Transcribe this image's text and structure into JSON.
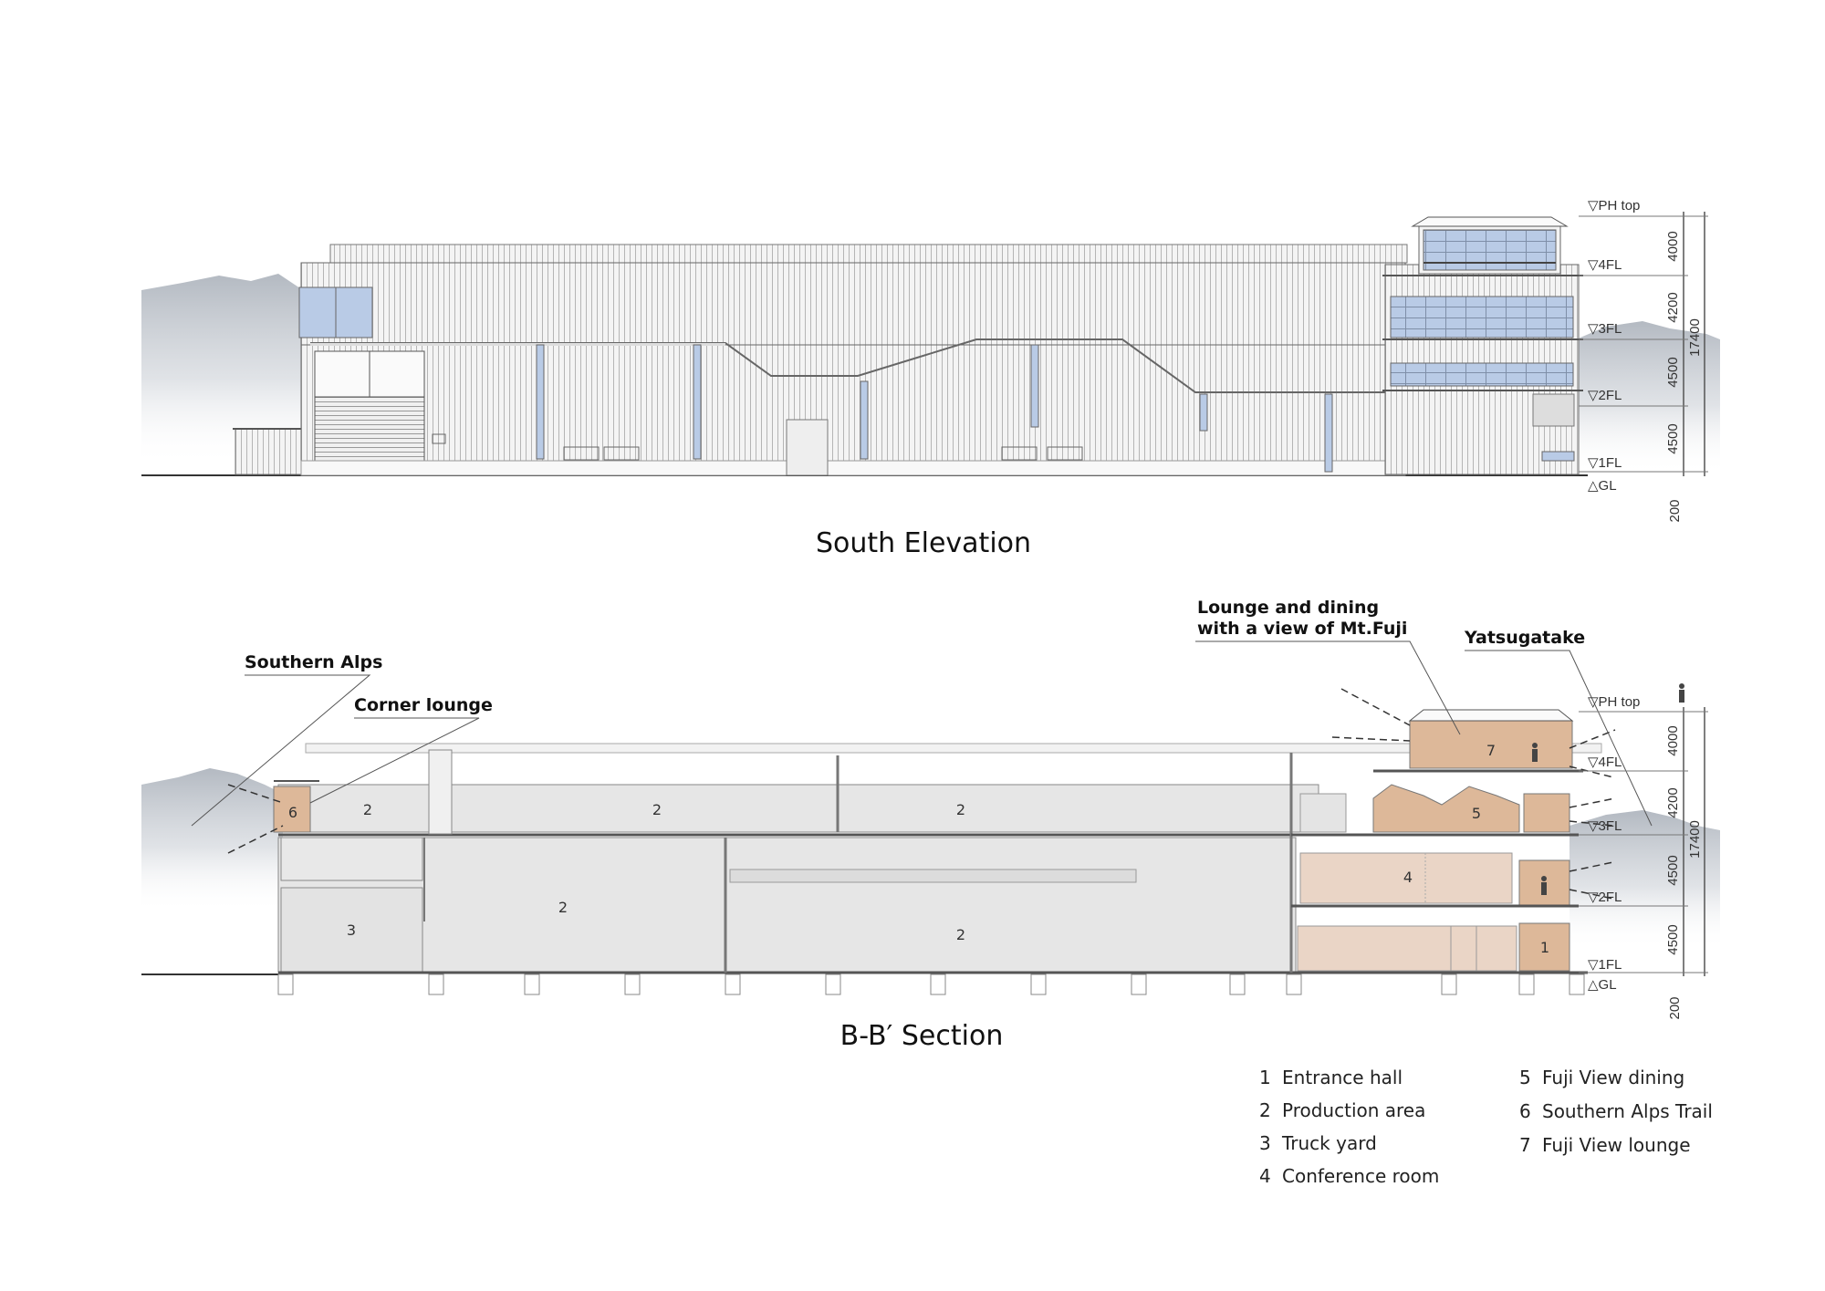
{
  "titles": {
    "elevation": "South Elevation",
    "section": "B-B′ Section"
  },
  "levels": [
    "▽PH top",
    "▽4FL",
    "▽3FL",
    "▽2FL",
    "▽1FL",
    "△GL"
  ],
  "dimensions": {
    "floor_heights": [
      "4000",
      "4200",
      "4500",
      "4500"
    ],
    "total": "17400",
    "gl_offset": "200"
  },
  "callouts": {
    "southern_alps": "Southern Alps",
    "corner_lounge": "Corner lounge",
    "lounge_dining_line1": "Lounge and dining",
    "lounge_dining_line2": "with a view of Mt.Fuji",
    "yatsugatake": "Yatsugatake"
  },
  "room_numbers": [
    "1",
    "2",
    "3",
    "4",
    "5",
    "6",
    "7"
  ],
  "legend": [
    {
      "num": "1",
      "label": "Entrance hall"
    },
    {
      "num": "2",
      "label": "Production area"
    },
    {
      "num": "3",
      "label": "Truck yard"
    },
    {
      "num": "4",
      "label": "Conference room"
    },
    {
      "num": "5",
      "label": "Fuji View dining"
    },
    {
      "num": "6",
      "label": "Southern Alps Trail"
    },
    {
      "num": "7",
      "label": "Fuji View lounge"
    }
  ],
  "colors": {
    "glass": "#b9cbe6",
    "room_fill": "#ddb899",
    "room_fill_light": "#ead5c6",
    "section_grey": "#e6e6e6",
    "mountain": "#c9cdd4"
  }
}
